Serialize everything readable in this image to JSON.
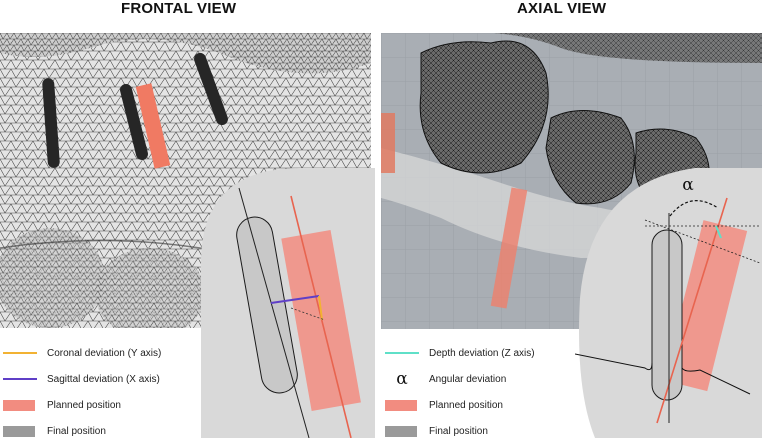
{
  "frontal": {
    "title": "FRONTAL VIEW",
    "legend": [
      {
        "label": "Coronal deviation (Y axis)",
        "color": "#f2b233",
        "kind": "line"
      },
      {
        "label": "Sagittal deviation (X axis)",
        "color": "#5f3fc7",
        "kind": "line"
      },
      {
        "label": "Planned position",
        "color": "#f28c80",
        "kind": "box"
      },
      {
        "label": "Final position",
        "color": "#9a9a9a",
        "kind": "box"
      }
    ]
  },
  "axial": {
    "title": "AXIAL VIEW",
    "angle_symbol": "α",
    "legend": [
      {
        "label": "Depth deviation (Z axis)",
        "color": "#5fe0c8",
        "kind": "line"
      },
      {
        "label": "Angular deviation",
        "symbol": "α",
        "kind": "symbol"
      },
      {
        "label": "Planned position",
        "color": "#f28c80",
        "kind": "box"
      },
      {
        "label": "Final position",
        "color": "#9a9a9a",
        "kind": "box"
      }
    ]
  },
  "colors": {
    "planned": "#f28c80",
    "final": "#c8c8c8",
    "zoom_bg": "#d9d9d9",
    "axis_line": "#e8644f"
  }
}
